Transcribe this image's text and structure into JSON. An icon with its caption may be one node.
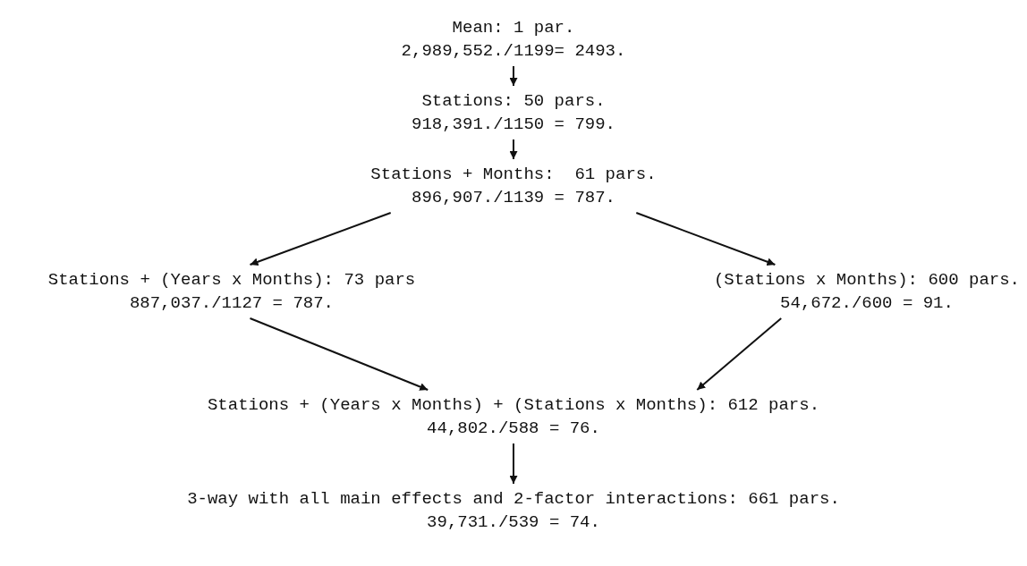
{
  "diagram": {
    "nodes": [
      {
        "text": [
          "Mean: 1 par.",
          "2,989,552./1199= 2493."
        ]
      },
      {
        "text": [
          "Stations: 50 pars.",
          "918,391./1150 = 799."
        ]
      },
      {
        "text": [
          "Stations + Months:  61 pars.",
          "896,907./1139 = 787."
        ]
      },
      {
        "text": [
          "Stations + (Years x Months): 73 pars",
          "887,037./1127 = 787."
        ]
      },
      {
        "text": [
          "(Stations x Months): 600 pars.",
          "54,672./600 = 91."
        ]
      },
      {
        "text": [
          "Stations + (Years x Months) + (Stations x Months): 612 pars.",
          "44,802./588 = 76."
        ]
      },
      {
        "text": [
          "3-way with all main effects and 2-factor interactions: 661 pars.",
          "39,731./539 = 74."
        ]
      }
    ],
    "edges": [
      {
        "from": 0,
        "to": 1,
        "arrow": "to"
      },
      {
        "from": 1,
        "to": 2,
        "arrow": "to"
      },
      {
        "from": 2,
        "to": 3,
        "arrow": "to"
      },
      {
        "from": 2,
        "to": 4,
        "arrow": "to"
      },
      {
        "from": 3,
        "to": 5,
        "arrow": "to"
      },
      {
        "from": 4,
        "to": 5,
        "arrow": "to"
      },
      {
        "from": 5,
        "to": 6,
        "arrow": "to"
      }
    ]
  }
}
